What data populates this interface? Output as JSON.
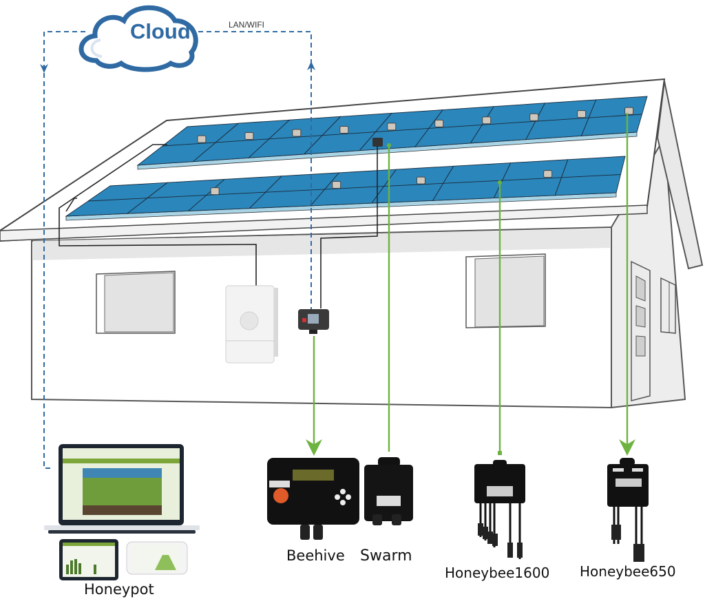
{
  "diagram": {
    "title": "Solar monitoring system overview",
    "colors": {
      "panel": "#2b86bb",
      "panel_edge": "#a9d4e6",
      "cloud": "#2f6aa3",
      "dashed_link": "#2f6aa3",
      "green_link": "#6db33f",
      "wire": "#222222",
      "house_wall": "#ffffff",
      "house_shade": "#e6e6e6"
    },
    "cloud": {
      "label": "Cloud"
    },
    "network_link": {
      "label": "LAN/WIFI"
    },
    "devices": [
      {
        "id": "honeypot",
        "label": "Honeypot"
      },
      {
        "id": "beehive",
        "label": "Beehive"
      },
      {
        "id": "swarm",
        "label": "Swarm"
      },
      {
        "id": "honeybee1600",
        "label": "Honeybee1600"
      },
      {
        "id": "honeybee650",
        "label": "Honeybee650"
      }
    ],
    "roof": {
      "upper_row_panels": 9,
      "lower_row_panels": 9,
      "upper_row_optimizers": 10,
      "lower_row_optimizers": 4
    }
  }
}
